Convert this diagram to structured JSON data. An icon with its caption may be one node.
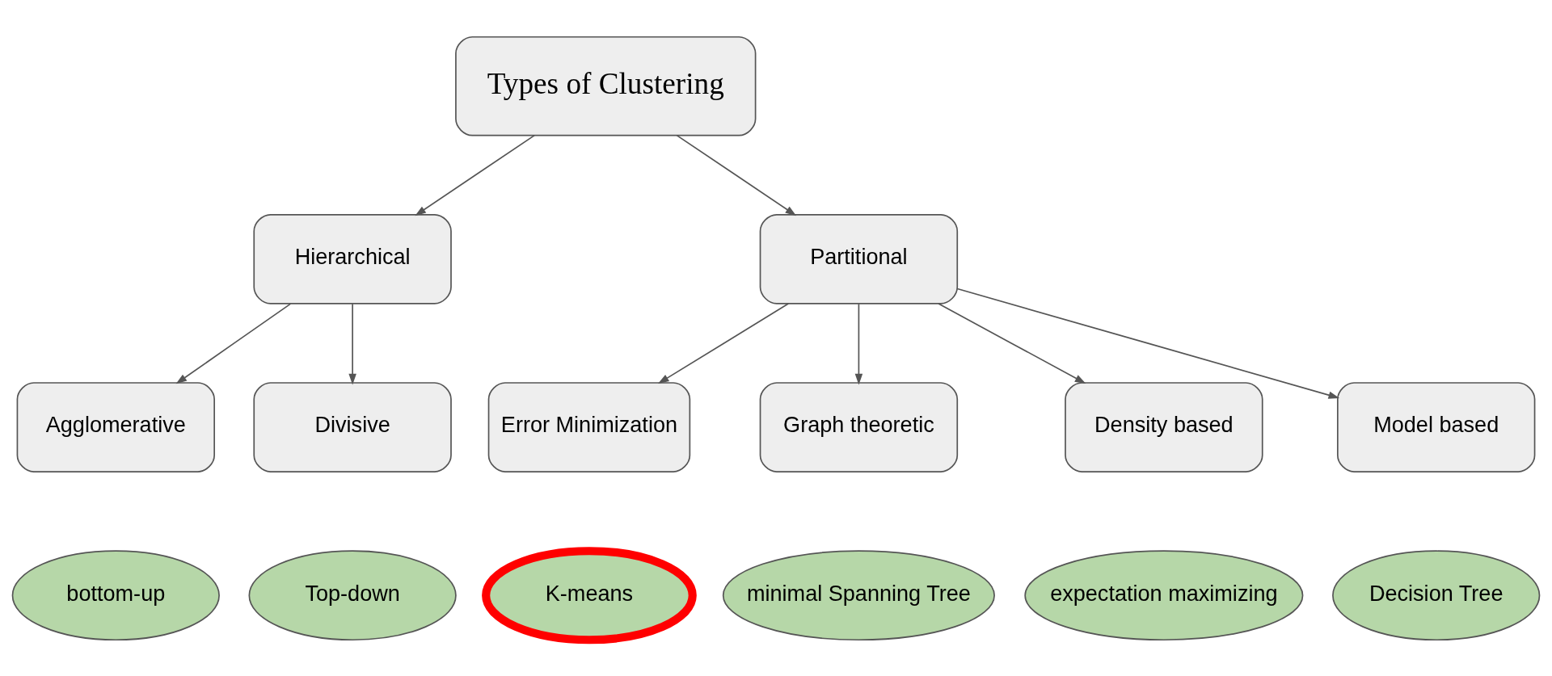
{
  "diagram": {
    "nodes": [
      {
        "text": [
          "Types of Clustering"
        ]
      },
      {
        "text": [
          "Hierarchical"
        ]
      },
      {
        "text": [
          "Partitional"
        ]
      },
      {
        "text": [
          "Agglomerative"
        ]
      },
      {
        "text": [
          "Divisive"
        ]
      },
      {
        "text": [
          "Error Minimization"
        ]
      },
      {
        "text": [
          "Graph theoretic"
        ]
      },
      {
        "text": [
          "Density based"
        ]
      },
      {
        "text": [
          "Model based"
        ]
      },
      {
        "text": [
          "bottom-up"
        ]
      },
      {
        "text": [
          "Top-down"
        ]
      },
      {
        "text": [
          "K-means"
        ]
      },
      {
        "text": [
          "minimal Spanning Tree"
        ]
      },
      {
        "text": [
          "expectation maximizing"
        ]
      },
      {
        "text": [
          "Decision Tree"
        ]
      }
    ],
    "edges": [
      {
        "from": 0,
        "to": 1,
        "arrow": "to"
      },
      {
        "from": 0,
        "to": 2,
        "arrow": "to"
      },
      {
        "from": 1,
        "to": 3,
        "arrow": "to"
      },
      {
        "from": 1,
        "to": 4,
        "arrow": "to"
      },
      {
        "from": 2,
        "to": 5,
        "arrow": "to"
      },
      {
        "from": 2,
        "to": 6,
        "arrow": "to"
      },
      {
        "from": 2,
        "to": 7,
        "arrow": "to"
      },
      {
        "from": 2,
        "to": 8,
        "arrow": "to"
      }
    ]
  }
}
